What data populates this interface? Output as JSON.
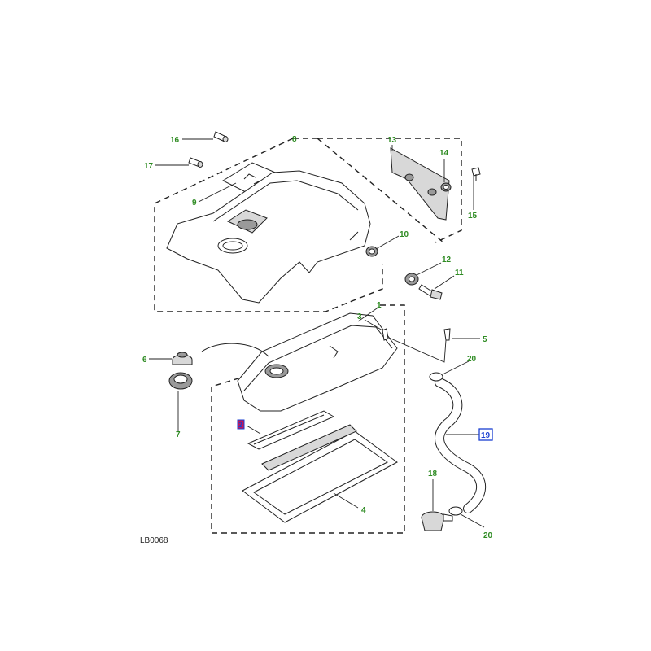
{
  "diagram": {
    "reference": "LB0068",
    "callouts": [
      {
        "id": "c16",
        "text": "16"
      },
      {
        "id": "c8",
        "text": "8"
      },
      {
        "id": "c13",
        "text": "13"
      },
      {
        "id": "c14",
        "text": "14"
      },
      {
        "id": "c17",
        "text": "17"
      },
      {
        "id": "c9",
        "text": "9"
      },
      {
        "id": "c15",
        "text": "15"
      },
      {
        "id": "c10",
        "text": "10"
      },
      {
        "id": "c12",
        "text": "12"
      },
      {
        "id": "c11",
        "text": "11"
      },
      {
        "id": "c1",
        "text": "1"
      },
      {
        "id": "c3",
        "text": "3"
      },
      {
        "id": "c5",
        "text": "5"
      },
      {
        "id": "c6",
        "text": "6"
      },
      {
        "id": "c20a",
        "text": "20"
      },
      {
        "id": "c7",
        "text": "7"
      },
      {
        "id": "c2",
        "text": "2"
      },
      {
        "id": "c19",
        "text": "19"
      },
      {
        "id": "c18",
        "text": "18"
      },
      {
        "id": "c4",
        "text": "4"
      },
      {
        "id": "c20b",
        "text": "20"
      }
    ],
    "colors": {
      "callout": "#2e8b22",
      "highlight_box": "#c2185b",
      "selected_box": "#1a3fd1",
      "line": "#222222"
    }
  }
}
